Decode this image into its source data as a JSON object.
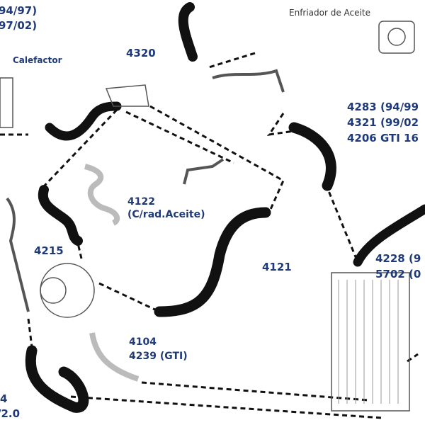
{
  "labels": {
    "top_left_1": "94/97)",
    "top_left_2": "97/02)",
    "calefactor": "Calefactor",
    "enfriador": "Enfriador de Aceite",
    "p4320": "4320",
    "p4283": "4283 (94/99",
    "p4321": "4321 (99/02",
    "p4206": "4206 GTI 16",
    "p4122": "4122",
    "p4122_note": "(C/rad.Aceite)",
    "p4215": "4215",
    "p4121": "4121",
    "p4228": "4228 (9",
    "p5702": "5702 (0",
    "p4104": "4104",
    "p4239": "4239 (GTI)",
    "bottom_left_1": "4",
    "bottom_left_2": "/2.0"
  },
  "colors": {
    "label": "#1f3a7a",
    "hose": "#111111",
    "dash": "#111111"
  }
}
